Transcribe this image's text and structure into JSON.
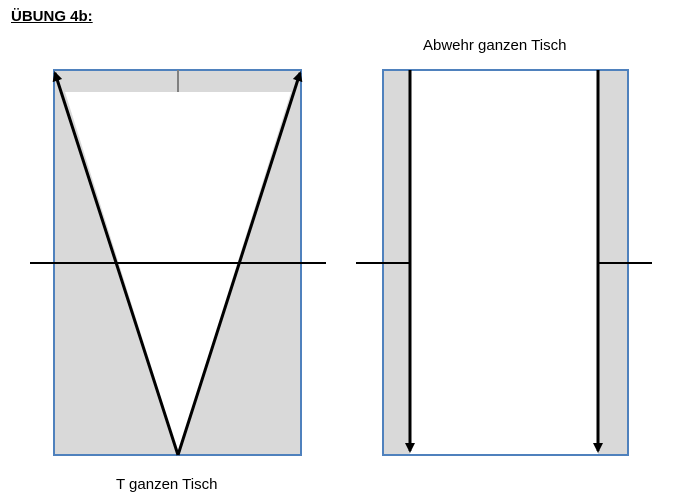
{
  "title": "ÜBUNG 4b:",
  "left_diagram": {
    "caption": "T ganzen Tisch"
  },
  "right_diagram": {
    "caption": "Abwehr ganzen Tisch"
  },
  "colors": {
    "table_fill": "#d9d9d9",
    "table_border": "#4f81bd",
    "arrow": "#000000",
    "net": "#000000"
  }
}
